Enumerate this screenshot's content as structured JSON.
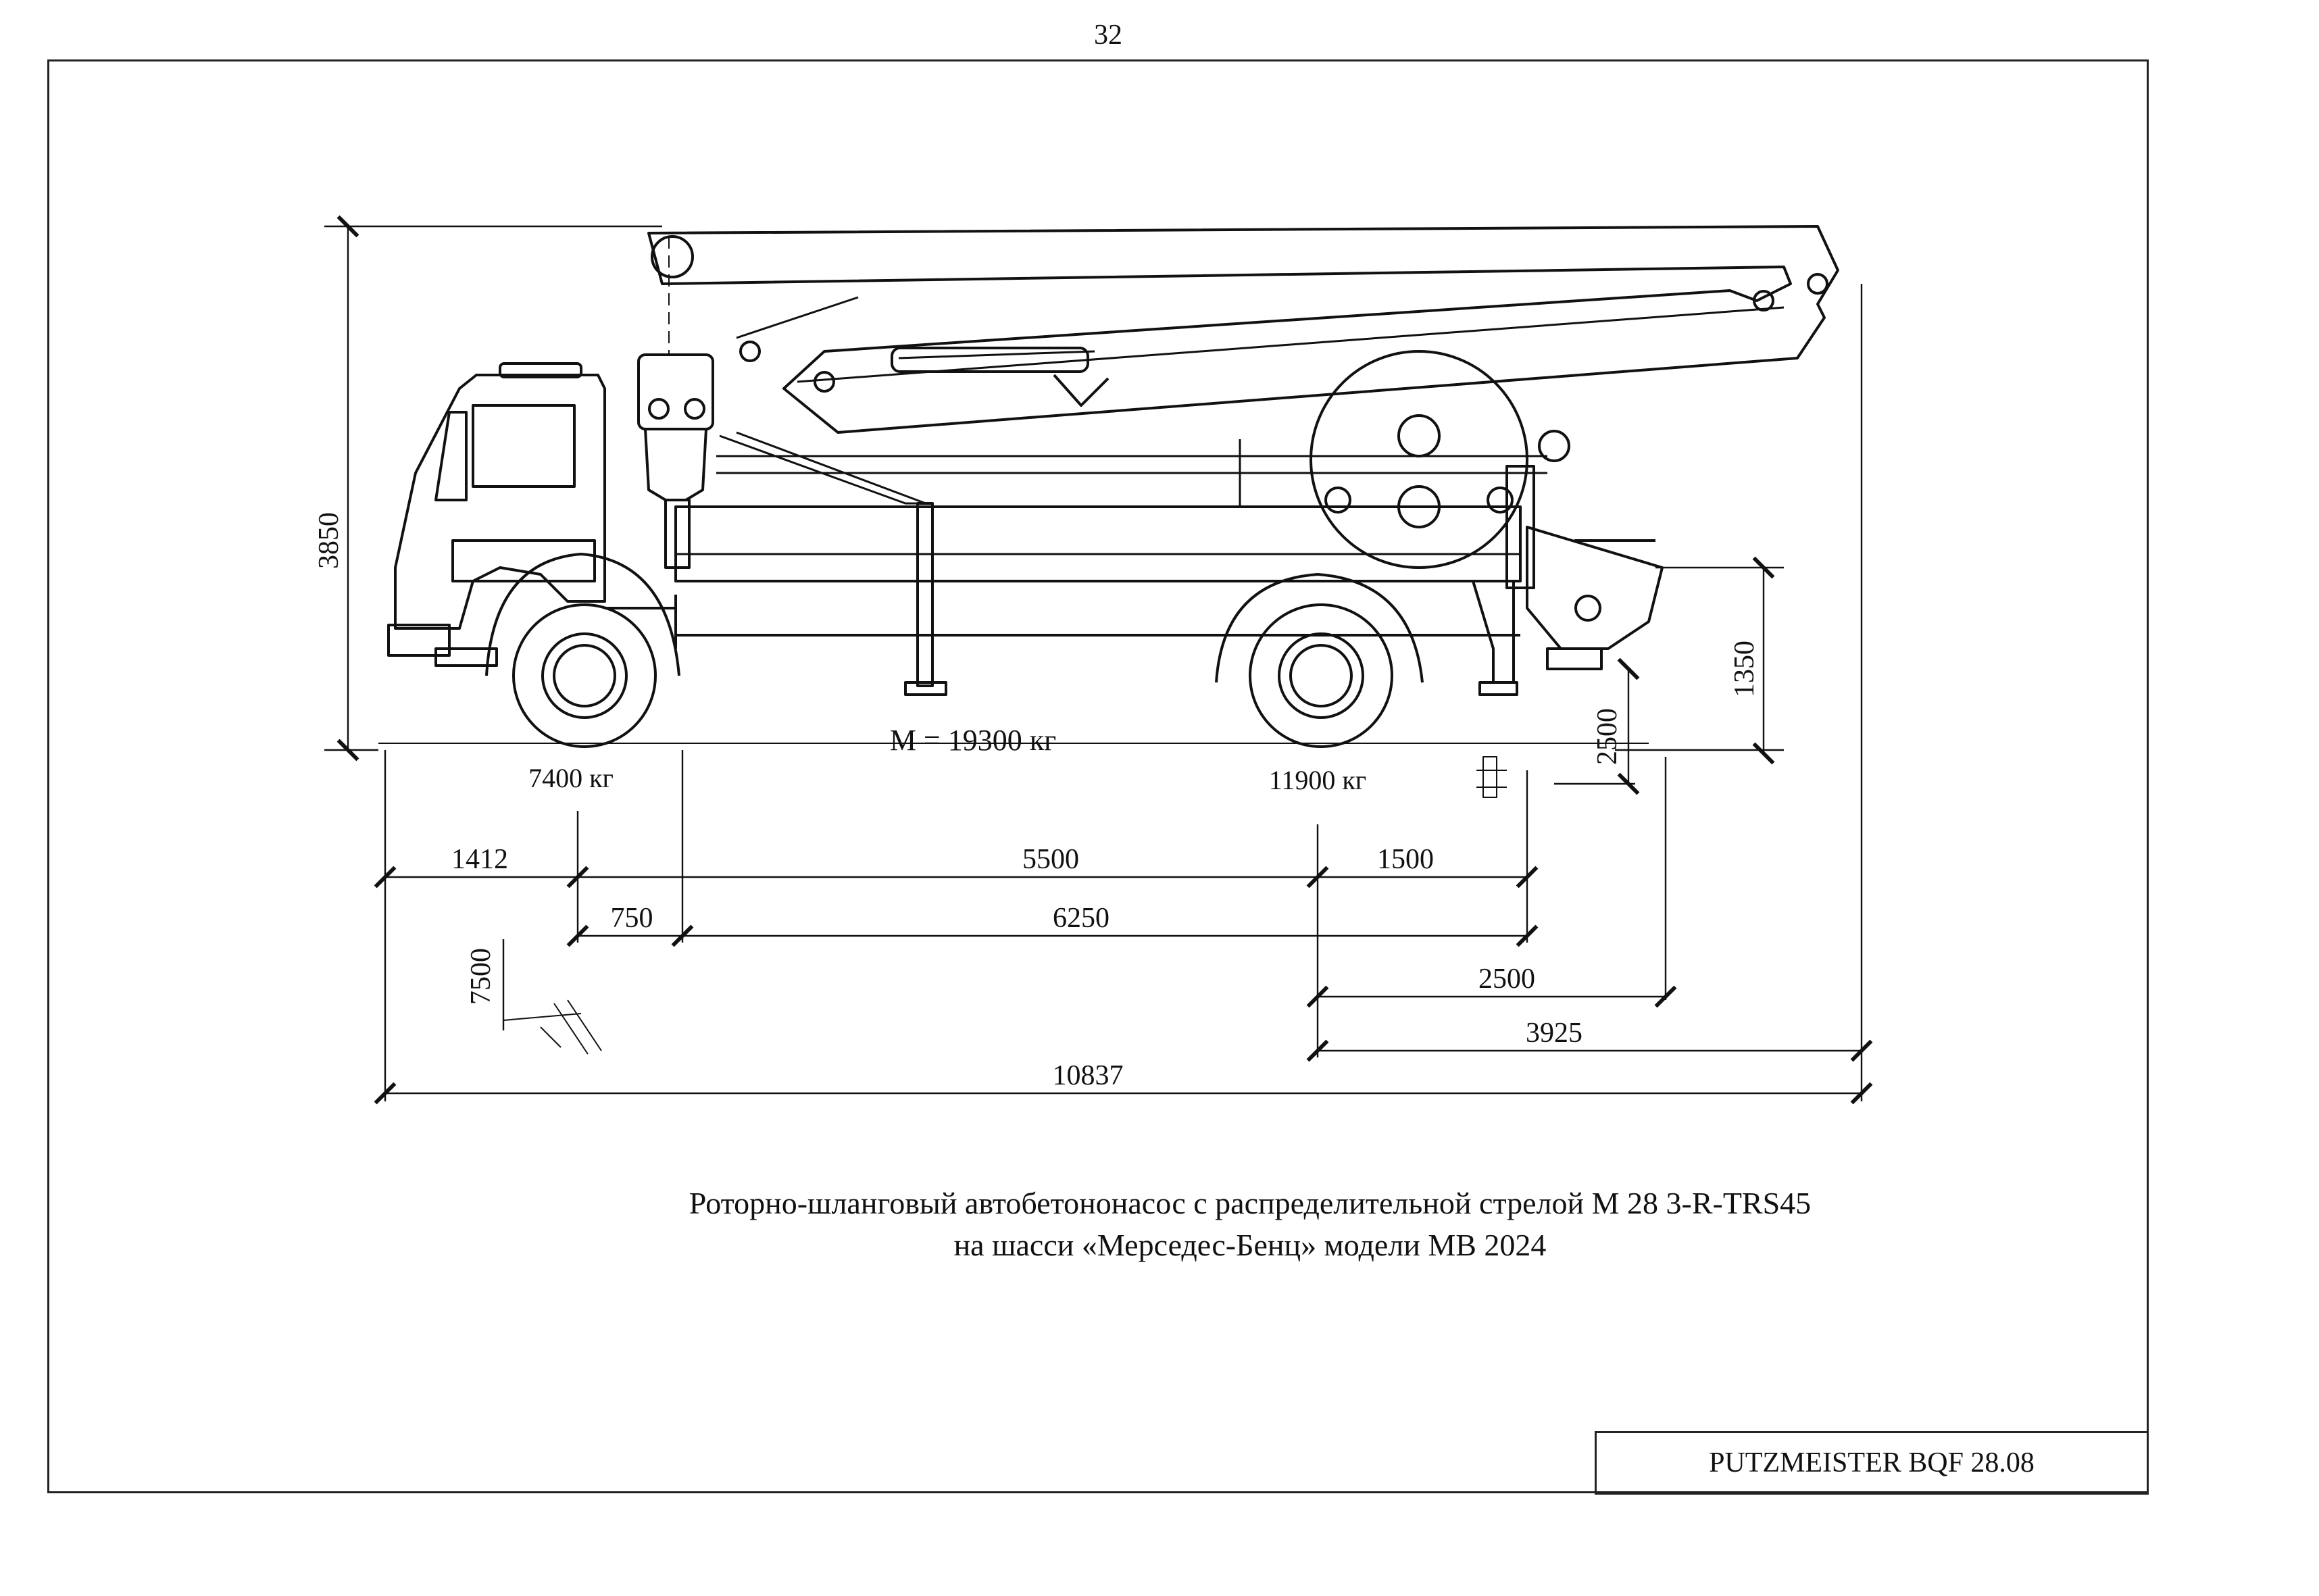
{
  "page": {
    "number": "32"
  },
  "drawing": {
    "dimensions": {
      "height_total": "3850",
      "height_hopper": "1350",
      "outrigger_clear": "2500",
      "front_overhang": "1412",
      "wheelbase": "5500",
      "rear_span": "1500",
      "cab_to_axle": "750",
      "axle_to_outrigger": "6250",
      "rear_outrigger_reach": "2500",
      "rear_overhang": "3925",
      "length_total": "10837",
      "front_outrigger": "7500"
    },
    "weights": {
      "total": "M = 19300 кг",
      "front_axle": "7400 кг",
      "rear_axle": "11900 кг"
    }
  },
  "caption": {
    "line1": "Роторно-шланговый автобетононасос с распределительной стрелой М 28 3-R-TRS45",
    "line2": "на шасси «Мерседес-Бенц» модели МВ 2024"
  },
  "stamp": {
    "text": "PUTZMEISTER BQF 28.08"
  }
}
